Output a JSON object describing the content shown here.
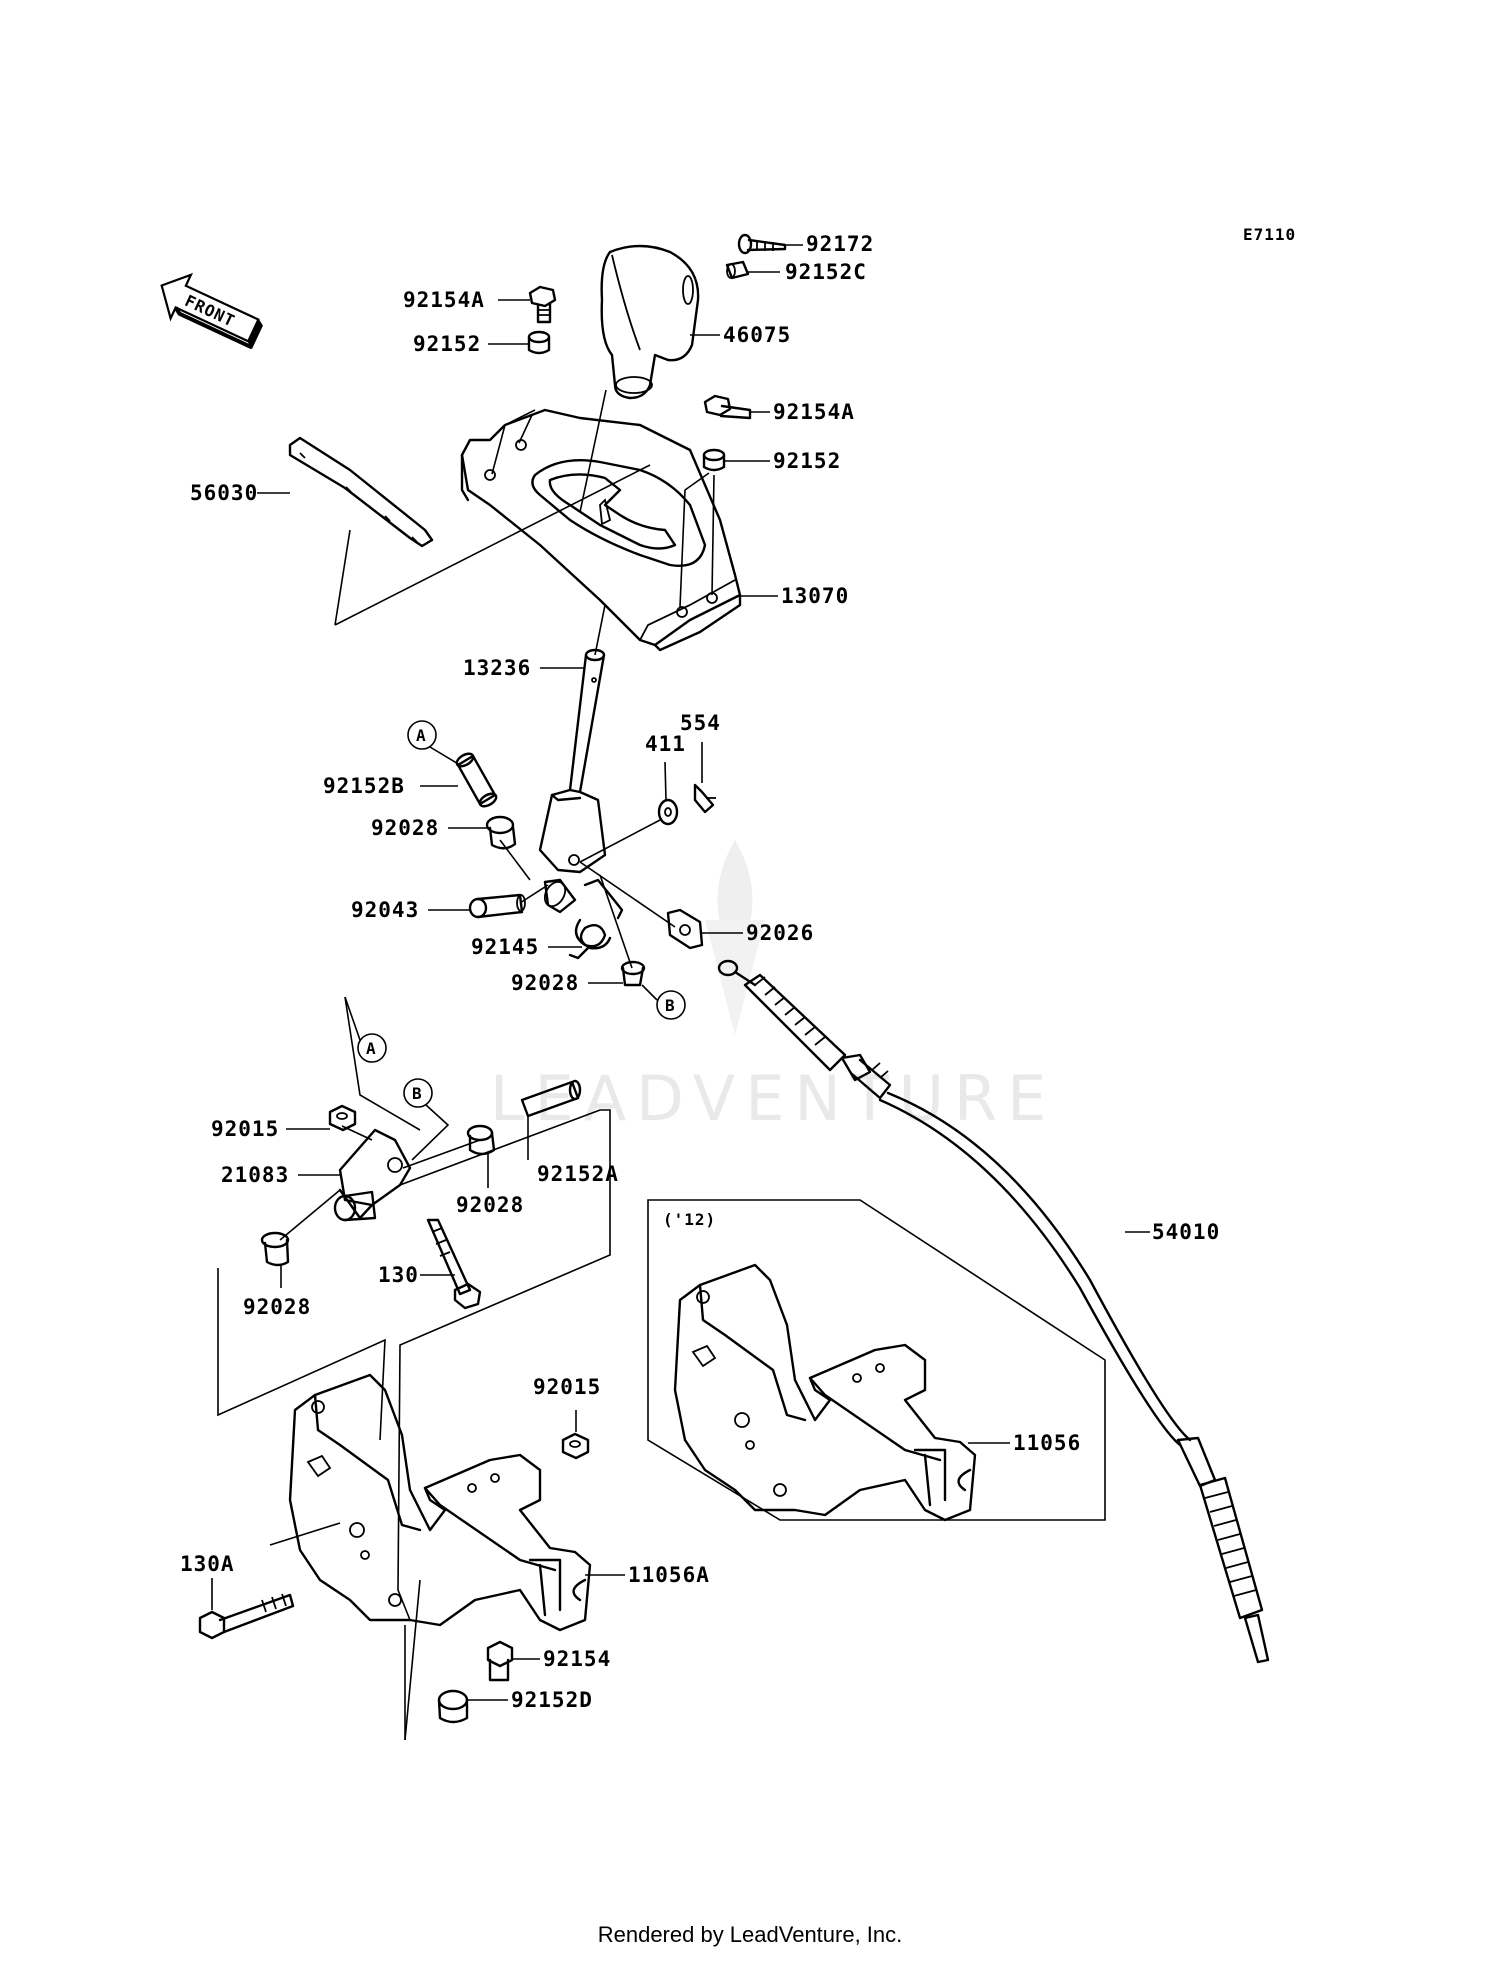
{
  "diagram_code": "E7110",
  "front_label": "FRONT",
  "watermark": "LEADVENTURE",
  "variant_label": "('12)",
  "footer": "Rendered by LeadVenture, Inc.",
  "callouts": {
    "a_top": "A",
    "b_top": "B",
    "a_bottom": "A",
    "b_bottom": "B"
  },
  "parts": {
    "p92172": "92172",
    "p92152C": "92152C",
    "p92154A_left": "92154A",
    "p92152_left": "92152",
    "p46075": "46075",
    "p92154A_right": "92154A",
    "p92152_right": "92152",
    "p56030": "56030",
    "p13070": "13070",
    "p13236": "13236",
    "p554": "554",
    "p411": "411",
    "p92152B": "92152B",
    "p92028_a": "92028",
    "p92043": "92043",
    "p92145": "92145",
    "p92026": "92026",
    "p92028_b": "92028",
    "p92015_top": "92015",
    "p21083": "21083",
    "p92028_c": "92028",
    "p92152A": "92152A",
    "p130": "130",
    "p92028_d": "92028",
    "p54010": "54010",
    "p92015_bottom": "92015",
    "p11056": "11056",
    "p130A": "130A",
    "p11056A": "11056A",
    "p92154": "92154",
    "p92152D": "92152D"
  }
}
